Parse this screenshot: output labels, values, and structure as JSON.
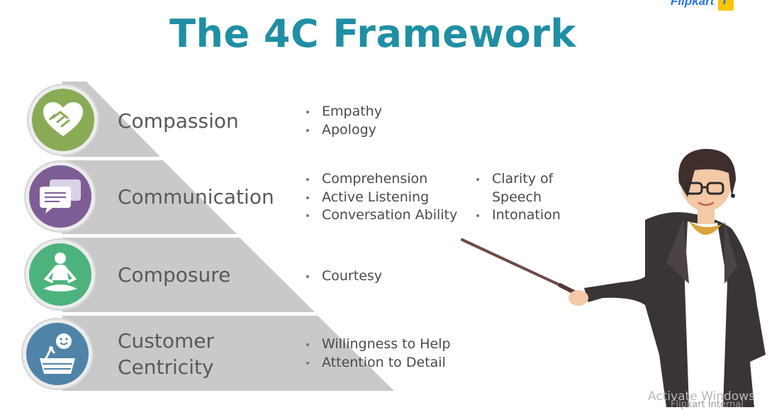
{
  "slide": {
    "title": "The 4C Framework",
    "logo_text": "Flipkart"
  },
  "levels": [
    {
      "label": "Compassion",
      "icon": "handshake-heart-icon",
      "color": "#8aab55",
      "bullets": [
        "Empathy",
        "Apology"
      ]
    },
    {
      "label": "Communication",
      "icon": "chat-bubbles-icon",
      "color": "#7e5d97",
      "bullets": [
        "Comprehension",
        "Active Listening",
        "Conversation Ability"
      ],
      "bullets_col2": [
        "Clarity of",
        "Speech",
        "Intonation"
      ]
    },
    {
      "label": "Composure",
      "icon": "meditation-icon",
      "color": "#4db37c",
      "bullets": [
        "Courtesy"
      ]
    },
    {
      "label": "Customer Centricity",
      "label_lines": [
        "Customer",
        "Centricity"
      ],
      "icon": "smiley-basket-icon",
      "color": "#4f84a8",
      "bullets": [
        "Willingness to Help",
        "Attention to Detail"
      ]
    }
  ],
  "overlay": {
    "activate_windows": "Activate Windows",
    "flipkart_internal": "Flipkart Internal"
  },
  "colors": {
    "title": "#1f8fa4",
    "pyramid": "#c9c9c9"
  }
}
